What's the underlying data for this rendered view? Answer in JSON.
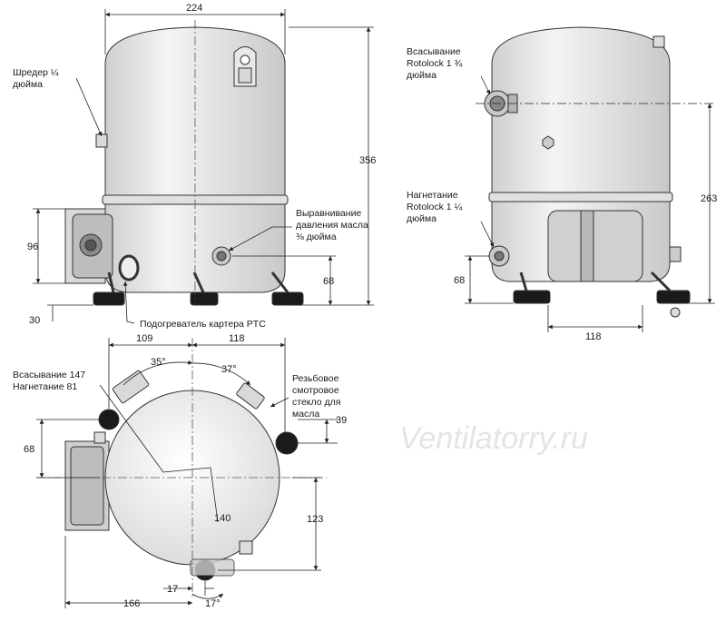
{
  "watermark": "Ventilatorry.ru",
  "front_view": {
    "dim_width": "224",
    "dim_height": "356",
    "dim_oil_level": "68",
    "dim_box_height": "96",
    "dim_foot": "30",
    "label_shreder_1": "Шредер ¼",
    "label_shreder_2": "дюйма",
    "label_oil_1": "Выравнивание",
    "label_oil_2": "давления масла",
    "label_oil_3": "⅜ дюйма",
    "label_heater": "Подогреватель картера PTC"
  },
  "side_view": {
    "label_suction_1": "Всасывание",
    "label_suction_2": "Rotolock 1 ¾",
    "label_suction_3": "дюйма",
    "label_discharge_1": "Нагнетание",
    "label_discharge_2": "Rotolock 1 ¼",
    "label_discharge_3": "дюйма",
    "dim_height": "263",
    "dim_discharge": "68",
    "dim_box": "118"
  },
  "top_view": {
    "dim_left": "109",
    "dim_right": "118",
    "dim_angle_left": "35°",
    "dim_angle_right": "37°",
    "label_suction_1": "Всасывание 147",
    "label_suction_2": "Нагнетание 81",
    "label_sight_1": "Резьбовое",
    "label_sight_2": "смотровое",
    "label_sight_3": "стекло для",
    "label_sight_4": "масла",
    "dim_sight": "39",
    "dim_left_68": "68",
    "dim_radius": "140",
    "dim_bottom_right": "123",
    "dim_bottom": "166",
    "dim_17": "17",
    "dim_angle_bottom": "17°"
  }
}
